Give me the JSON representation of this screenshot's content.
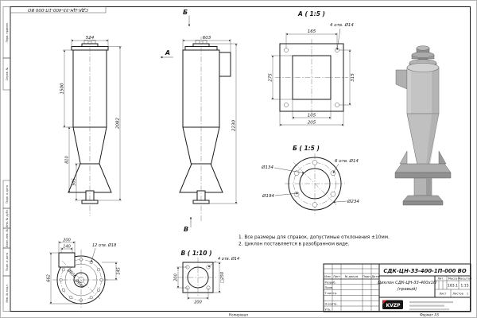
{
  "sheet": {
    "designation_flipped": "СДК-ЦН-33-400-1П-000 ВО",
    "margin": {
      "perv": "Перв. примен.",
      "sprav": "Справ. №",
      "podp1": "Подп. и дата",
      "inv_dubl": "Инв. № дубл.",
      "vzam": "Взам. инв. №",
      "podp2": "Подп. и дата",
      "inv_podl": "Инв. № подл."
    },
    "footer_copy": "Копировал",
    "footer_format": "Формат А3"
  },
  "notes": {
    "line1": "1. Все размеры для справок, допустимые отклонения ±10мм.",
    "line2": "2. Циклон поставляется в разобранном виде."
  },
  "views": {
    "front": {
      "dim_top": "524",
      "dim_body": "1500",
      "dim_total": "2082",
      "dim_cone": "810",
      "dim_skirt": "505"
    },
    "side": {
      "dim_top": "603",
      "dim_total": "2230",
      "arrow_a": "А",
      "arrow_b": "Б",
      "arrow_v": "В"
    },
    "a": {
      "label": "А ( 1:5 )",
      "dim_holes_w": "165",
      "holes": "4 отв. Ø14",
      "dim_h_inner": "275",
      "dim_h_outer": "315",
      "dim_w_inner": "105",
      "dim_w_outer": "205"
    },
    "b": {
      "label": "Б ( 1:5 )",
      "holes": "6 отв. Ø14",
      "d_inner": "Ø134",
      "d_bolt": "Ø194",
      "d_outer": "Ø234"
    },
    "volute": {
      "dim_outlet_w": "200",
      "dim_inlet_w": "140",
      "holes": "12 отв. Ø18",
      "dim_h": "662",
      "d1": "Ø606",
      "d2": "Ø640",
      "dim_s": "145"
    },
    "v": {
      "label": "В ( 1:10 )",
      "holes": "4 отв. Ø14",
      "dim_left": "200",
      "dim_bottom": "200",
      "dim_square": "□250"
    }
  },
  "titleblock": {
    "designation": "СДК-ЦН-33-400-1П-000 ВО",
    "name_line1": "Циклон СДК-ЦН-33-400х1П",
    "name_line2": "(правый)",
    "cols": {
      "izm": "Изм.",
      "list": "Лист",
      "doc": "№ докум.",
      "podp": "Подп.",
      "data": "Дата"
    },
    "rows": {
      "razrab": "Разраб.",
      "prov": "Пров.",
      "tkontr": "Т.контр.",
      "nkontr": "Н.контр.",
      "utv": "Утв."
    },
    "lit_label": "Лит.",
    "mass_label": "Масса",
    "scale_label": "Масштаб",
    "mass_value": "183.1",
    "scale_value": "1:15",
    "list_label": "Лист",
    "listov_label": "Листов",
    "listov_value": "1",
    "logo_text": "KVZP"
  }
}
